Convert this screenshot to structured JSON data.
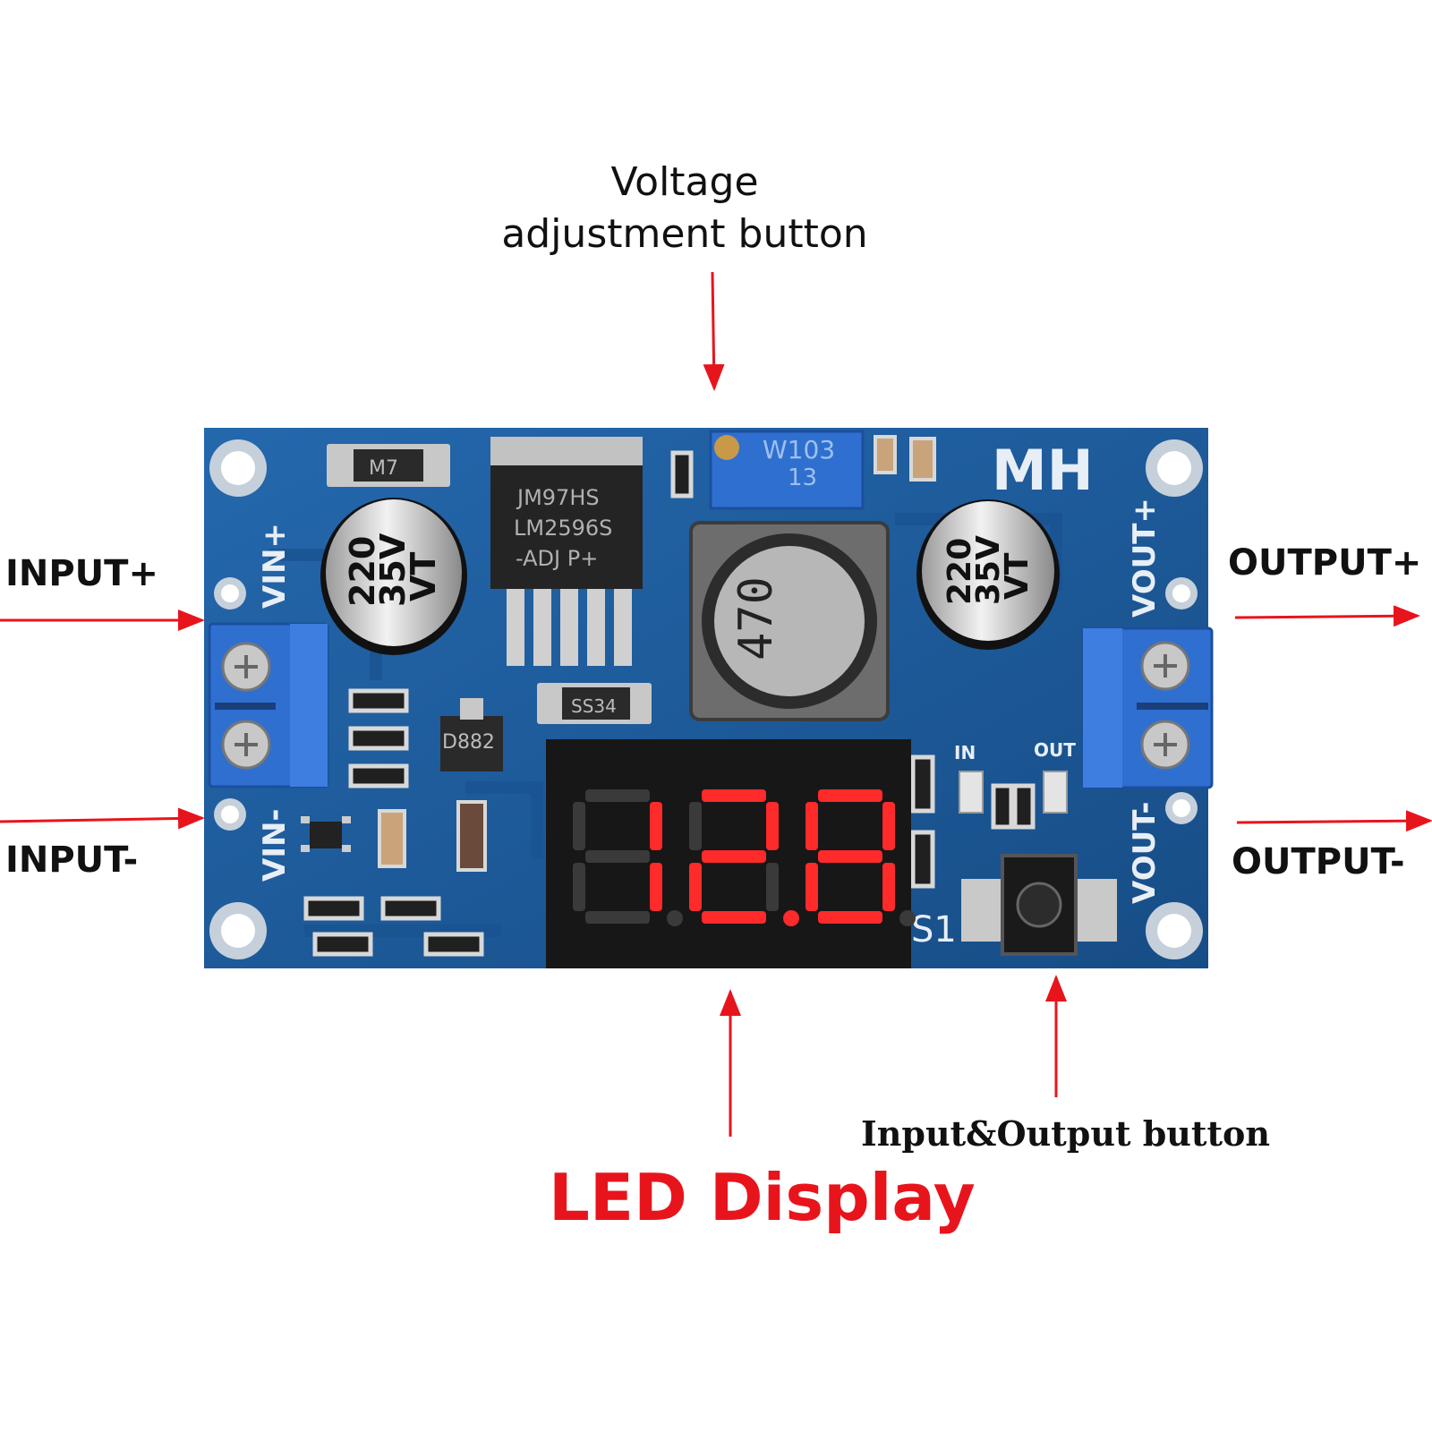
{
  "labels": {
    "voltage_line1": "Voltage",
    "voltage_line2": "adjustment button",
    "input_plus": "INPUT+",
    "input_minus": "INPUT-",
    "output_plus": "OUTPUT+",
    "output_minus": "OUTPUT-",
    "io_button": "Input&Output button",
    "led_display": "LED Display"
  },
  "board": {
    "brand": "MH",
    "vin_plus": "VIN+",
    "vin_minus": "VIN-",
    "vout_plus": "VOUT+",
    "vout_minus": "VOUT-",
    "in": "IN",
    "out": "OUT",
    "s1": "S1",
    "chip_line1": "JM97HS",
    "chip_line2": "LM2596S",
    "chip_line3": "-ADJ P+",
    "pot_line1": "W103",
    "pot_line2": "13",
    "diode_m7": "M7",
    "diode_ss34": "SS34",
    "transistor": "D882",
    "inductor": "470",
    "cap_left_1": "220",
    "cap_left_2": "35V",
    "cap_left_3": "VT",
    "cap_right_1": "220",
    "cap_right_2": "35V",
    "cap_right_3": "VT",
    "display_value": "12.8"
  },
  "colors": {
    "pcb": "#1c5a9a",
    "arrow": "#e8141c",
    "led_on": "#ff2a2a",
    "terminal": "#2f6fd0"
  }
}
